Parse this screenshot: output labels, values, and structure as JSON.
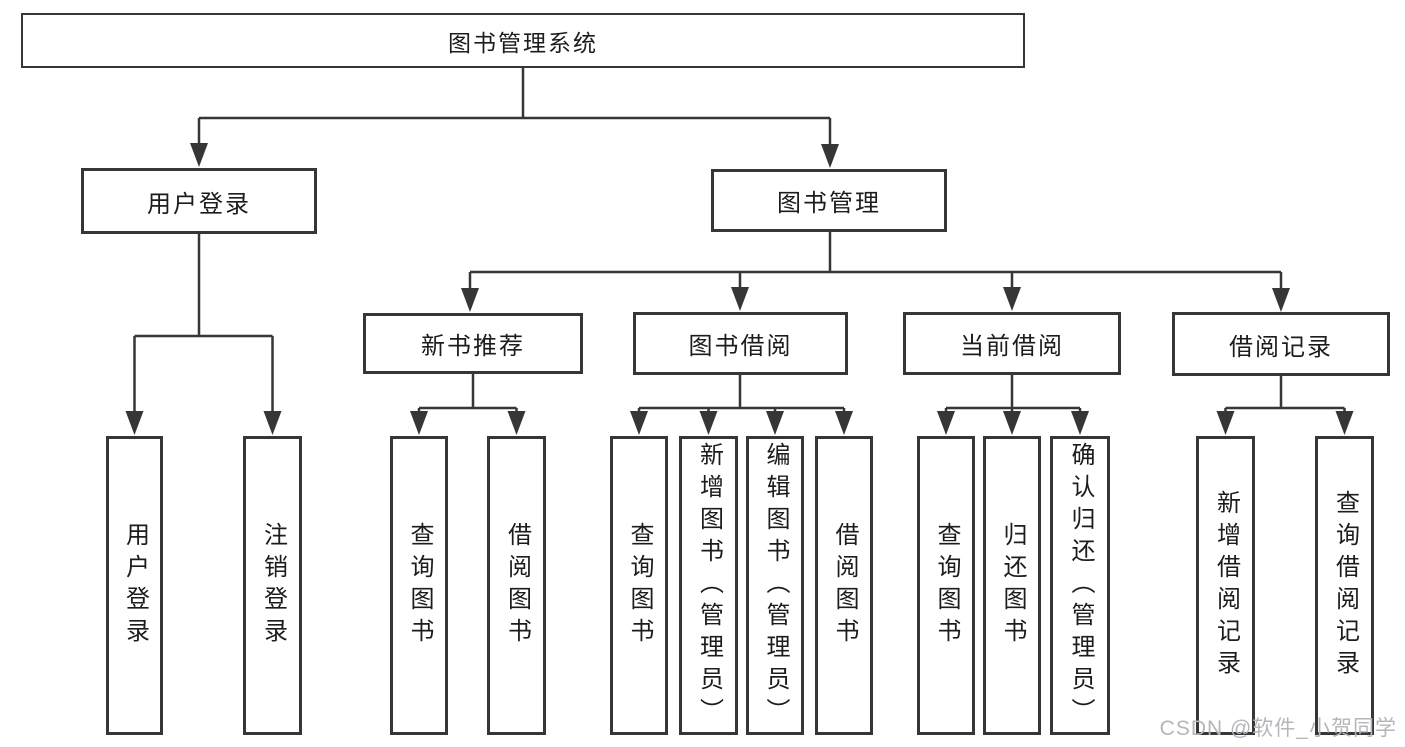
{
  "diagram": {
    "root": {
      "label": "图书管理系统"
    },
    "branches": [
      {
        "label": "用户登录",
        "children": [
          {
            "label": "用户登录"
          },
          {
            "label": "注销登录"
          }
        ]
      },
      {
        "label": "图书管理",
        "children": [
          {
            "label": "新书推荐",
            "children": [
              {
                "label": "查询图书"
              },
              {
                "label": "借阅图书"
              }
            ]
          },
          {
            "label": "图书借阅",
            "children": [
              {
                "label": "查询图书"
              },
              {
                "label": "新增图书（管理员）"
              },
              {
                "label": "编辑图书（管理员）"
              },
              {
                "label": "借阅图书"
              }
            ]
          },
          {
            "label": "当前借阅",
            "children": [
              {
                "label": "查询图书"
              },
              {
                "label": "归还图书"
              },
              {
                "label": "确认归还（管理员）"
              }
            ]
          },
          {
            "label": "借阅记录",
            "children": [
              {
                "label": "新增借阅记录"
              },
              {
                "label": "查询借阅记录"
              }
            ]
          }
        ]
      }
    ]
  },
  "watermark": {
    "text": "CSDN @软件_小贺同学"
  },
  "colors": {
    "background": "#ffffff",
    "line": "#363636",
    "text": "#1c1c1c",
    "watermark": "#b4b6ba"
  }
}
